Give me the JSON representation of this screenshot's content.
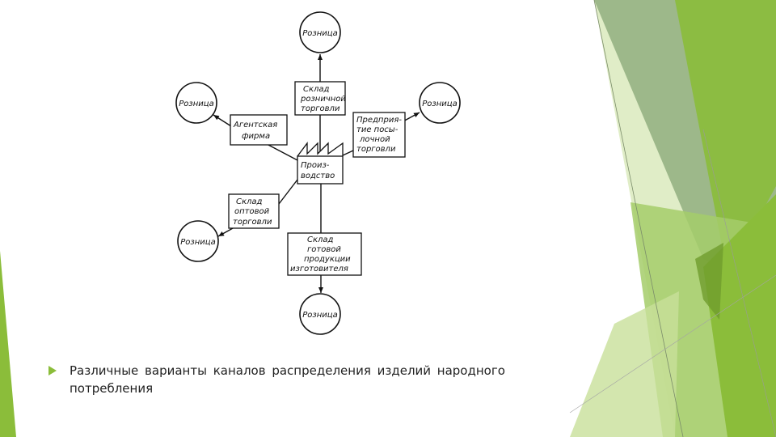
{
  "diagram": {
    "retail_top": "Розница",
    "retail_left": "Розница",
    "retail_right": "Розница",
    "retail_lower_left": "Розница",
    "retail_bottom": "Розница",
    "retail_warehouse": [
      "Склад",
      "розничной",
      "торговли"
    ],
    "agent_firm": [
      "Агентская",
      "фирма"
    ],
    "wholesale_firm": [
      "Предприя-",
      "тие посы-",
      "лочной",
      "торговли"
    ],
    "production": [
      "Произ-",
      "водство"
    ],
    "wholesale_warehouse": [
      "Склад",
      "оптовой",
      "торговли"
    ],
    "manufacturer_warehouse": [
      "Склад",
      "готовой",
      "продукции",
      "изготовителя"
    ]
  },
  "caption": "Различные варианты  каналов   распределения   изделий  народного   потребления",
  "colors": {
    "accent": "#8bbd3a",
    "accent_light": "#c8e09a",
    "accent_dark": "#6f9c2d",
    "grey_green": "#9db88a"
  }
}
